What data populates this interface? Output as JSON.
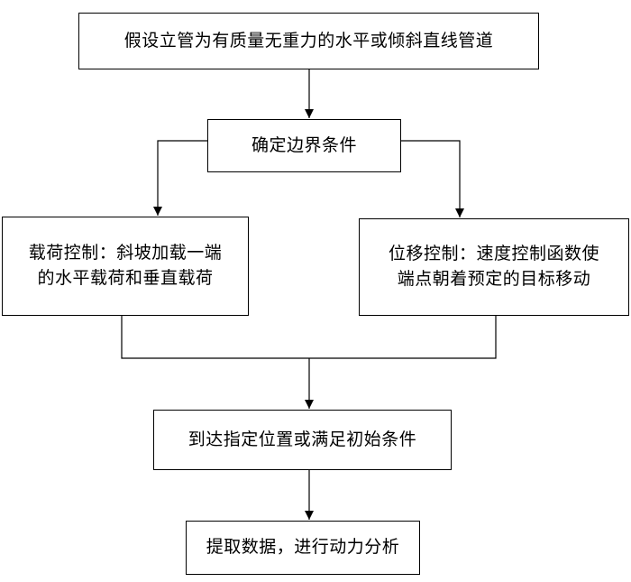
{
  "diagram": {
    "nodes": {
      "assumption": {
        "text": "假设立管为有质量无重力的水平或倾斜直线管道"
      },
      "boundary": {
        "text": "确定边界条件"
      },
      "load_control": {
        "line1": "载荷控制：斜坡加载一端",
        "line2": "的水平载荷和垂直载荷"
      },
      "displacement_control": {
        "line1": "位移控制：速度控制函数使",
        "line2": "端点朝着预定的目标移动"
      },
      "reach": {
        "text": "到达指定位置或满足初始条件"
      },
      "extract": {
        "text": "提取数据，进行动力分析"
      }
    },
    "edges": [
      {
        "from": "assumption",
        "to": "boundary"
      },
      {
        "from": "boundary",
        "to": "load_control"
      },
      {
        "from": "boundary",
        "to": "displacement_control"
      },
      {
        "from": "load_control",
        "to": "reach"
      },
      {
        "from": "displacement_control",
        "to": "reach"
      },
      {
        "from": "reach",
        "to": "extract"
      }
    ],
    "colors": {
      "line": "#000000",
      "box_border": "#000000",
      "background": "#ffffff"
    }
  }
}
